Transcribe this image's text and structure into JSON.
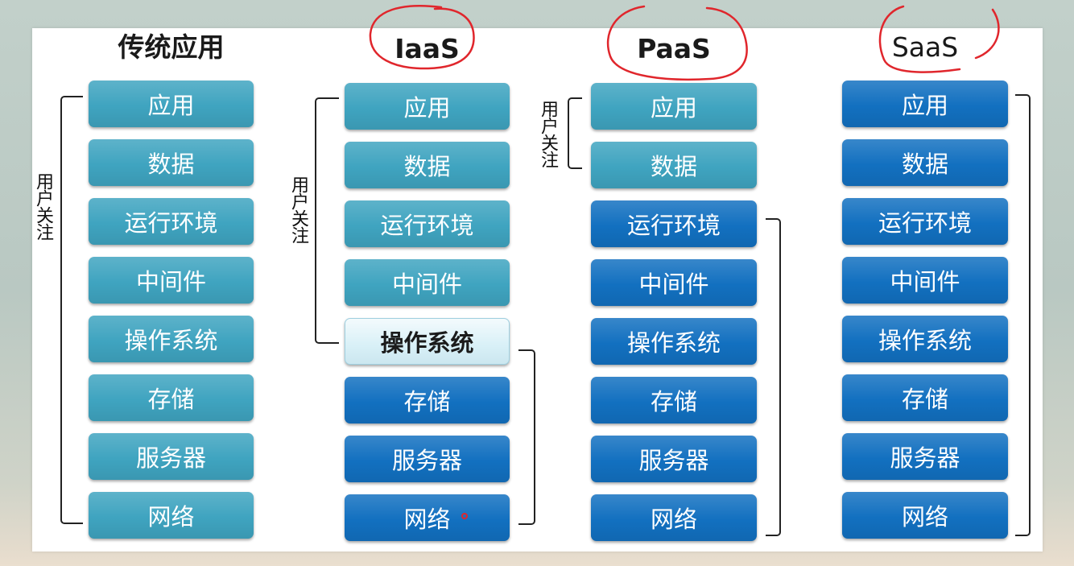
{
  "columns": [
    {
      "title": "传统应用",
      "focus_label": "用户关注",
      "layers": [
        "应用",
        "数据",
        "运行环境",
        "中间件",
        "操作系统",
        "存储",
        "服务器",
        "网络"
      ]
    },
    {
      "title": "IaaS",
      "focus_label": "用户关注",
      "layers": [
        "应用",
        "数据",
        "运行环境",
        "中间件",
        "操作系统",
        "存储",
        "服务器",
        "网络"
      ]
    },
    {
      "title": "PaaS",
      "focus_label": "用户关注",
      "layers": [
        "应用",
        "数据",
        "运行环境",
        "中间件",
        "操作系统",
        "存储",
        "服务器",
        "网络"
      ]
    },
    {
      "title": "SaaS",
      "layers": [
        "应用",
        "数据",
        "运行环境",
        "中间件",
        "操作系统",
        "存储",
        "服务器",
        "网络"
      ]
    }
  ],
  "colors": {
    "teal": "#3fa4c0",
    "blue": "#1270c0",
    "highlight": "#d8f0f7",
    "highlight_text": "#1b1b1b",
    "box_text": "#ffffff",
    "title_text": "#1a1a1a",
    "annotation": "#e0262c",
    "bracket": "#222222"
  }
}
